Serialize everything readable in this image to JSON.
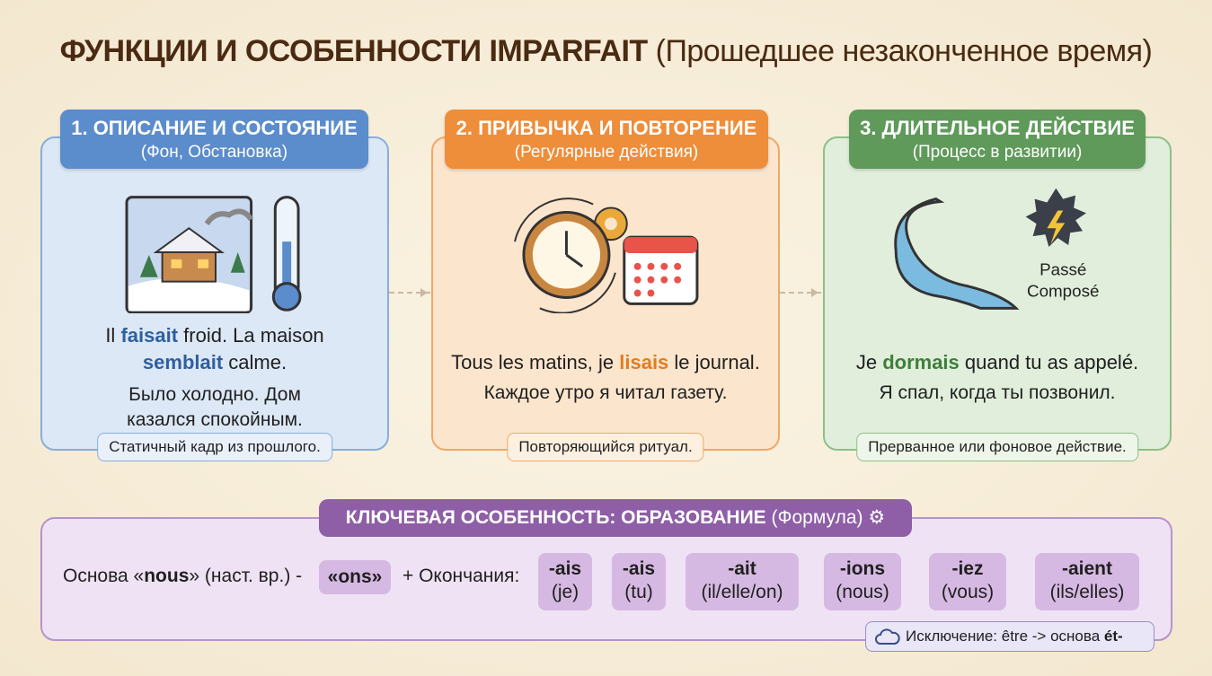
{
  "title": {
    "bold": "ФУНКЦИИ И ОСОБЕННОСТИ IMPARFAIT",
    "normal": "(Прошедшее незаконченное время)"
  },
  "cards": [
    {
      "title": "1. ОПИСАНИЕ И СОСТОЯНИЕ",
      "subtitle": "(Фон, Обстановка)",
      "fr_line1": [
        "Il ",
        "faisait",
        " froid. La maison"
      ],
      "fr_line2": [
        "semblait",
        " calme."
      ],
      "ru": "Было холодно. Дом казался спокойным.",
      "footer": "Статичный кадр из прошлого.",
      "accent": "#2f5f9e"
    },
    {
      "title": "2. ПРИВЫЧКА И ПОВТОРЕНИЕ",
      "subtitle": "(Регулярные действия)",
      "fr": [
        "Tous les matins, je ",
        "lisais",
        " le journal."
      ],
      "ru": "Каждое утро я читал газету.",
      "footer": "Повторяющийся ритуал.",
      "accent": "#e07d22"
    },
    {
      "title": "3. ДЛИТЕЛЬНОЕ ДЕЙСТВИЕ",
      "subtitle": "(Процесс в развитии)",
      "fr": [
        "Je ",
        "dormais",
        " quand tu as appelé."
      ],
      "ru": "Я спал, когда ты позвонил.",
      "footer": "Прерванное или фоновое действие.",
      "label": [
        "Passé",
        "Composé"
      ],
      "accent": "#3f7f3a"
    }
  ],
  "formula": {
    "title_bold": "КЛЮЧЕВАЯ ОСОБЕННОСТЬ: ОБРАЗОВАНИЕ",
    "title_normal": "(Формула)",
    "stem": [
      "Основа «",
      "nous",
      "» (наст. вр.) -"
    ],
    "ons": "«ons»",
    "plus": "+ Окончания:",
    "endings": [
      {
        "e": "-ais",
        "p": "(je)"
      },
      {
        "e": "-ais",
        "p": "(tu)"
      },
      {
        "e": "-ait",
        "p": "(il/elle/on)"
      },
      {
        "e": "-ions",
        "p": "(nous)"
      },
      {
        "e": "-iez",
        "p": "(vous)"
      },
      {
        "e": "-aient",
        "p": "(ils/elles)"
      }
    ],
    "exception": [
      "Исключение: être -> основа ",
      "ét-"
    ]
  }
}
